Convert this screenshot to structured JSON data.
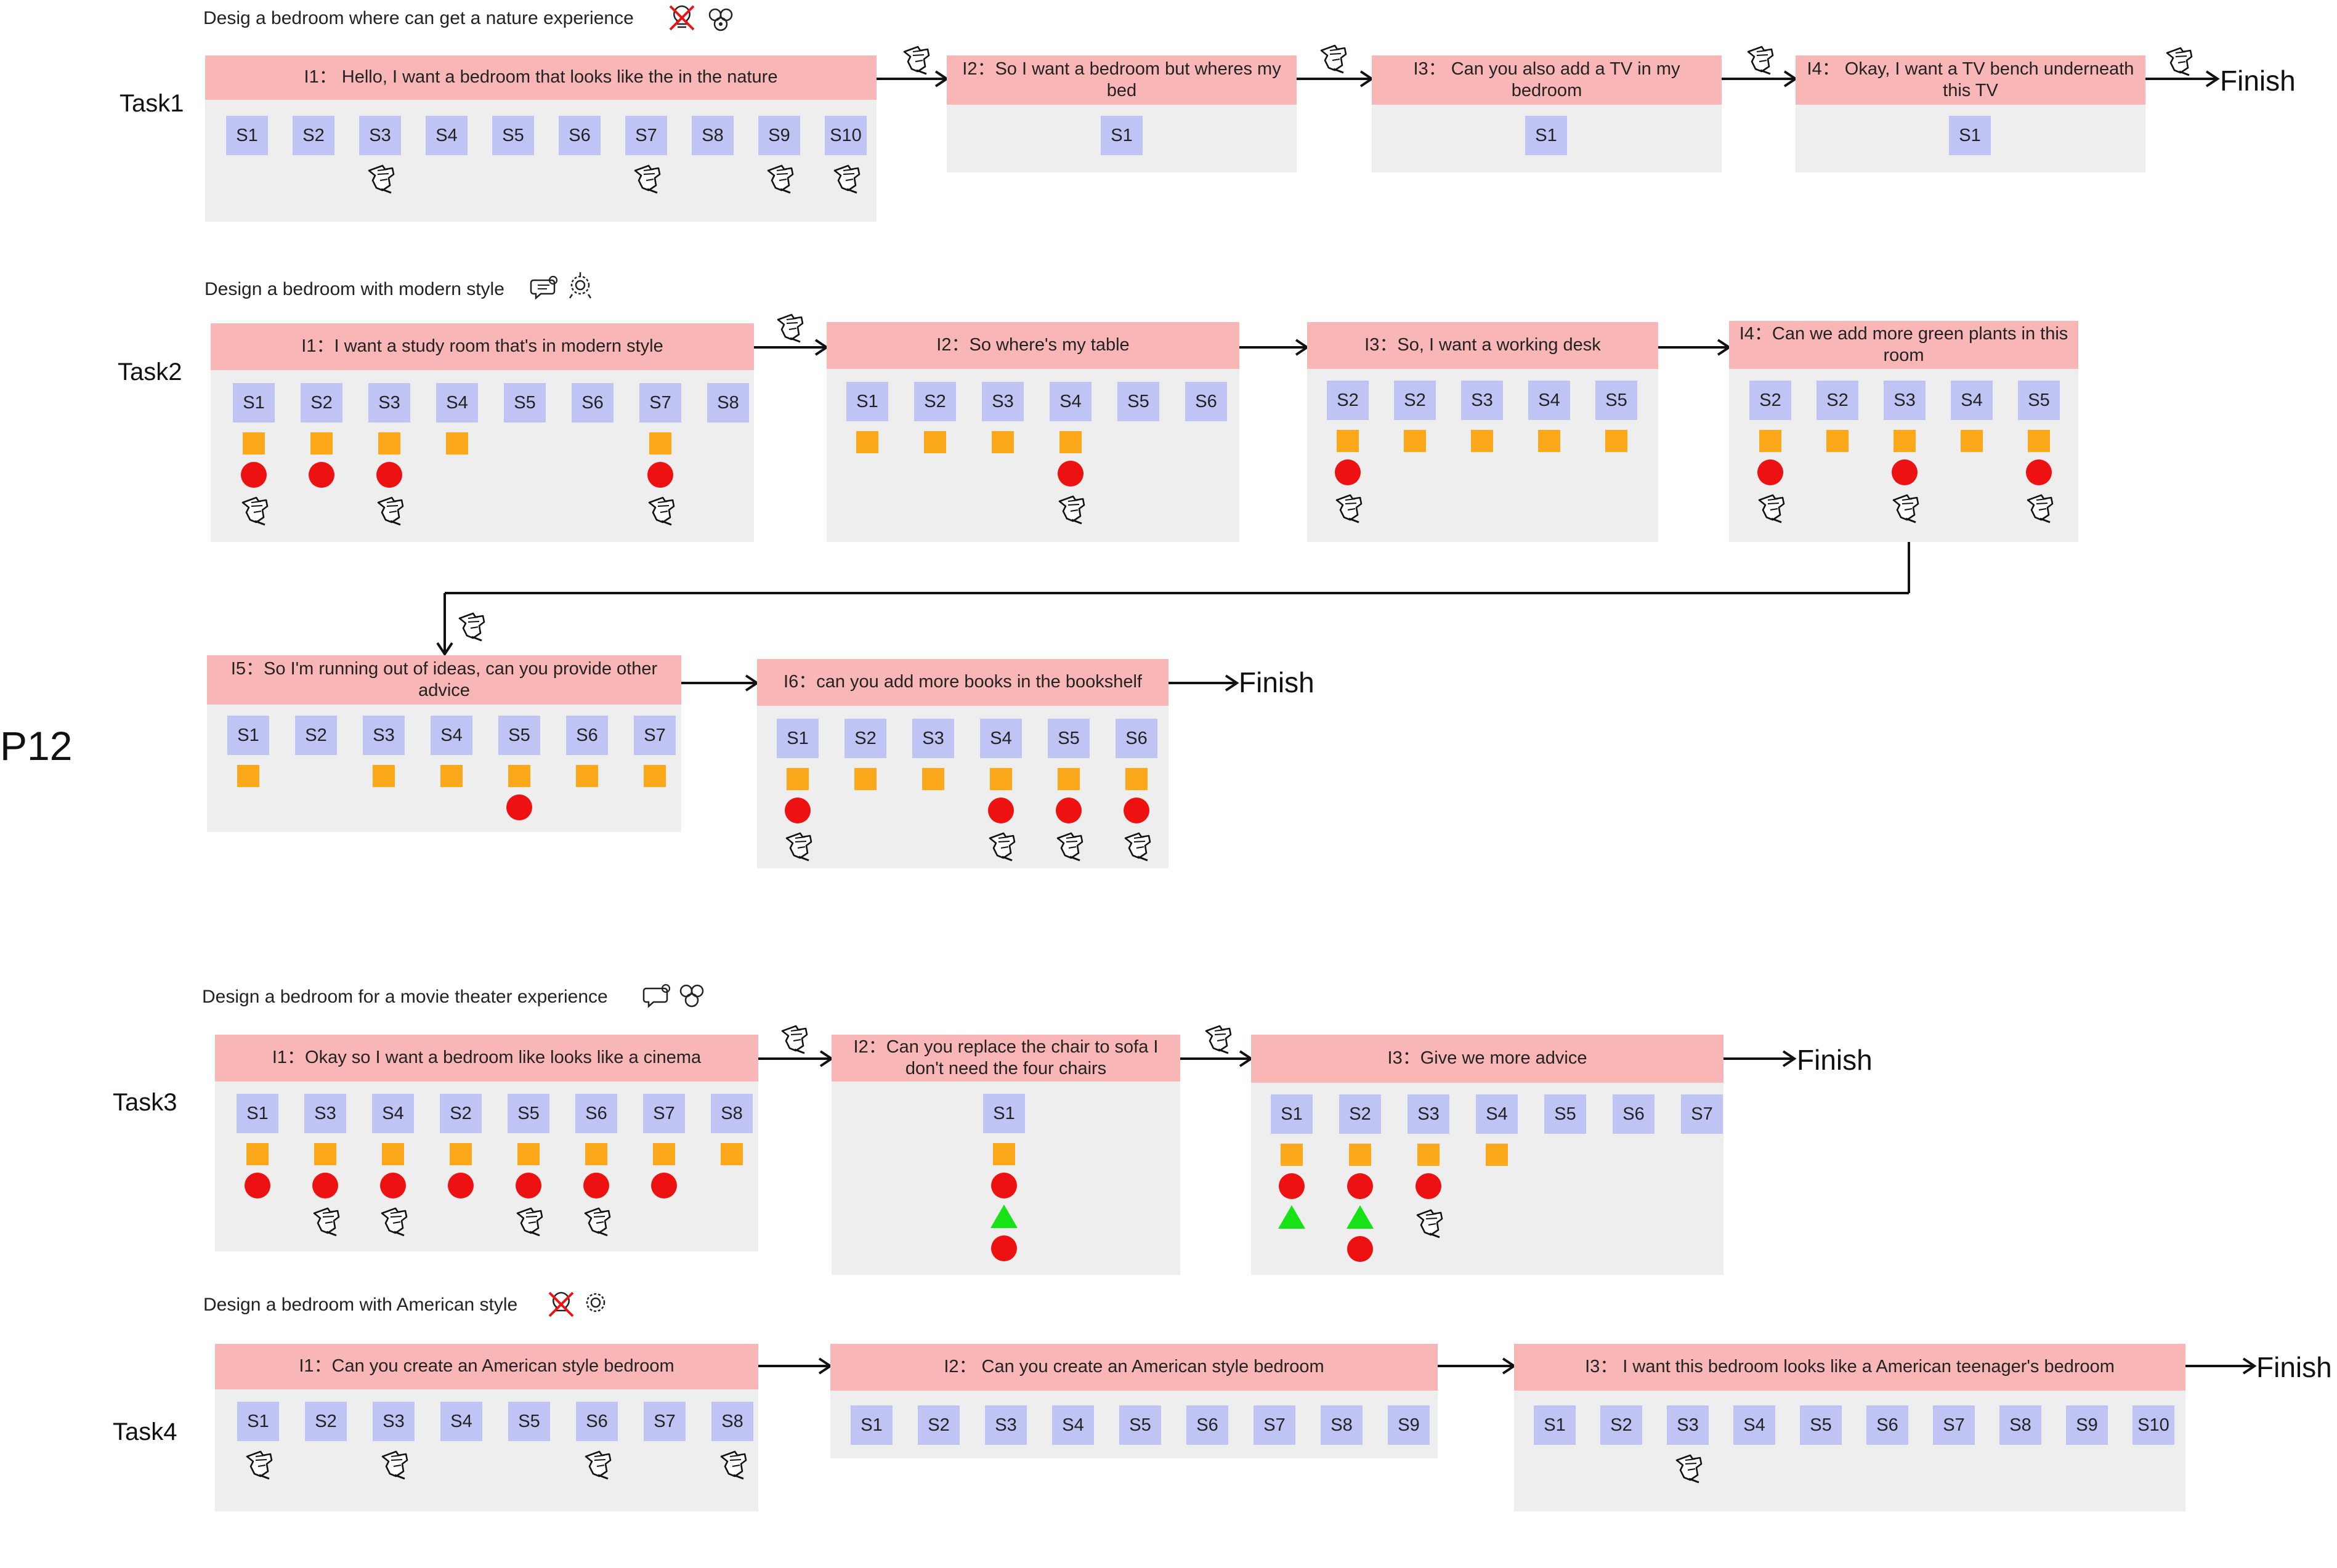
{
  "participant": "P12",
  "tasks": [
    {
      "label": "Task1",
      "title": "Desig a bedroom where can get a nature experience",
      "title_icons": [
        "no-lightbulb-icon",
        "brain-icon"
      ],
      "iterations": [
        {
          "prompt": "I1： Hello, I want a bedroom that looks like the in the nature",
          "suggestions": [
            "S1",
            "S2",
            "S3",
            "S4",
            "S5",
            "S6",
            "S7",
            "S8",
            "S9",
            "S10"
          ],
          "squares": [],
          "circles": [],
          "triangles": [],
          "circles2": [],
          "clicked": [
            "S3",
            "S7",
            "S9",
            "S10"
          ]
        },
        {
          "prompt": "I2：So I want a bedroom but wheres my bed",
          "suggestions": [
            "S1"
          ],
          "squares": [],
          "circles": [],
          "triangles": [],
          "circles2": [],
          "clicked": []
        },
        {
          "prompt": "I3： Can you also add a TV in my bedroom",
          "suggestions": [
            "S1"
          ],
          "squares": [],
          "circles": [],
          "triangles": [],
          "circles2": [],
          "clicked": []
        },
        {
          "prompt": "I4： Okay, I want a TV bench underneath this TV",
          "suggestions": [
            "S1"
          ],
          "squares": [],
          "circles": [],
          "triangles": [],
          "circles2": [],
          "clicked": []
        }
      ]
    },
    {
      "label": "Task2",
      "title": "Design a bedroom with modern style",
      "title_icons": [
        "lightbulb-chat-icon",
        "brain-gear-icon"
      ],
      "iterations": [
        {
          "prompt": "I1：I want a study room that's in modern style",
          "suggestions": [
            "S1",
            "S2",
            "S3",
            "S4",
            "S5",
            "S6",
            "S7",
            "S8"
          ],
          "squares": [
            0,
            1,
            2,
            3,
            6
          ],
          "circles": [
            0,
            1,
            2,
            6
          ],
          "triangles": [],
          "circles2": [],
          "clicked": [
            0,
            2,
            6
          ]
        },
        {
          "prompt": "I2：So where's my table",
          "suggestions": [
            "S1",
            "S2",
            "S3",
            "S4",
            "S5",
            "S6"
          ],
          "squares": [
            0,
            1,
            2,
            3
          ],
          "circles": [
            3
          ],
          "triangles": [],
          "circles2": [],
          "clicked": [
            3
          ]
        },
        {
          "prompt": "I3：So, I want a working desk",
          "suggestions": [
            "S2",
            "S2",
            "S3",
            "S4",
            "S5"
          ],
          "squares": [
            0,
            1,
            2,
            3,
            4
          ],
          "circles": [
            0
          ],
          "triangles": [],
          "circles2": [],
          "clicked": [
            0
          ]
        },
        {
          "prompt": "I4：Can we add more green plants in this room",
          "suggestions": [
            "S2",
            "S2",
            "S3",
            "S4",
            "S5"
          ],
          "squares": [
            0,
            1,
            2,
            3,
            4
          ],
          "circles": [
            0,
            2,
            4
          ],
          "triangles": [],
          "circles2": [],
          "clicked": [
            0,
            2,
            4
          ]
        },
        {
          "prompt": "I5：So I'm running out of ideas, can you provide other advice",
          "suggestions": [
            "S1",
            "S2",
            "S3",
            "S4",
            "S5",
            "S6",
            "S7"
          ],
          "squares": [
            0,
            2,
            3,
            4,
            5,
            6
          ],
          "circles": [
            4
          ],
          "triangles": [],
          "circles2": [],
          "clicked": []
        },
        {
          "prompt": "I6：can you add more books in the bookshelf",
          "suggestions": [
            "S1",
            "S2",
            "S3",
            "S4",
            "S5",
            "S6"
          ],
          "squares": [
            0,
            1,
            2,
            3,
            4,
            5
          ],
          "circles": [
            0,
            3,
            4,
            5
          ],
          "triangles": [],
          "circles2": [],
          "clicked": [
            0,
            3,
            4,
            5
          ]
        }
      ]
    },
    {
      "label": "Task3",
      "title": "Design a bedroom for a movie theater experience",
      "title_icons": [
        "lightbulb-chat-icon",
        "brain-icon"
      ],
      "iterations": [
        {
          "prompt": "I1：Okay so I want a bedroom like looks like a cinema",
          "suggestions": [
            "S1",
            "S3",
            "S4",
            "S2",
            "S5",
            "S6",
            "S7",
            "S8"
          ],
          "squares": [
            0,
            1,
            2,
            3,
            4,
            5,
            6,
            7
          ],
          "circles": [
            0,
            1,
            2,
            3,
            4,
            5,
            6
          ],
          "triangles": [],
          "circles2": [],
          "clicked": [
            1,
            2,
            4,
            5
          ]
        },
        {
          "prompt": "I2：Can you replace the chair to sofa I don't need the four chairs",
          "suggestions": [
            "S1"
          ],
          "squares": [
            0
          ],
          "circles": [
            0
          ],
          "triangles": [
            0
          ],
          "circles2": [
            0
          ],
          "clicked": []
        },
        {
          "prompt": "I3：Give we more advice",
          "suggestions": [
            "S1",
            "S2",
            "S3",
            "S4",
            "S5",
            "S6",
            "S7"
          ],
          "squares": [
            0,
            1,
            2,
            3
          ],
          "circles": [
            0,
            1,
            2
          ],
          "triangles": [
            0,
            1
          ],
          "circles2": [
            1
          ],
          "clicked": [
            2
          ]
        }
      ]
    },
    {
      "label": "Task4",
      "title": "Design a bedroom with American style",
      "title_icons": [
        "no-lightbulb-icon",
        "brain-gear-icon"
      ],
      "iterations": [
        {
          "prompt": "I1：Can you create an American style bedroom",
          "suggestions": [
            "S1",
            "S2",
            "S3",
            "S4",
            "S5",
            "S6",
            "S7",
            "S8"
          ],
          "squares": [],
          "circles": [],
          "triangles": [],
          "circles2": [],
          "clicked": [
            0,
            2,
            5,
            7
          ]
        },
        {
          "prompt": "I2： Can you create an American style bedroom",
          "suggestions": [
            "S1",
            "S2",
            "S3",
            "S4",
            "S5",
            "S6",
            "S7",
            "S8",
            "S9"
          ],
          "squares": [],
          "circles": [],
          "triangles": [],
          "circles2": [],
          "clicked": []
        },
        {
          "prompt": "I3： I want this bedroom looks like a American teenager's bedroom",
          "suggestions": [
            "S1",
            "S2",
            "S3",
            "S4",
            "S5",
            "S6",
            "S7",
            "S8",
            "S9",
            "S10"
          ],
          "squares": [],
          "circles": [],
          "triangles": [],
          "circles2": [],
          "clicked": [
            2
          ]
        }
      ]
    }
  ],
  "finish_label": "Finish",
  "legend": {
    "chip_color": "#c0c4f4",
    "header_color": "#f9b6b6",
    "square_color": "#fba81a",
    "circle_color": "#ee1111",
    "triangle_color": "#16e216",
    "cursor_icon": "hand-pointer-icon"
  }
}
